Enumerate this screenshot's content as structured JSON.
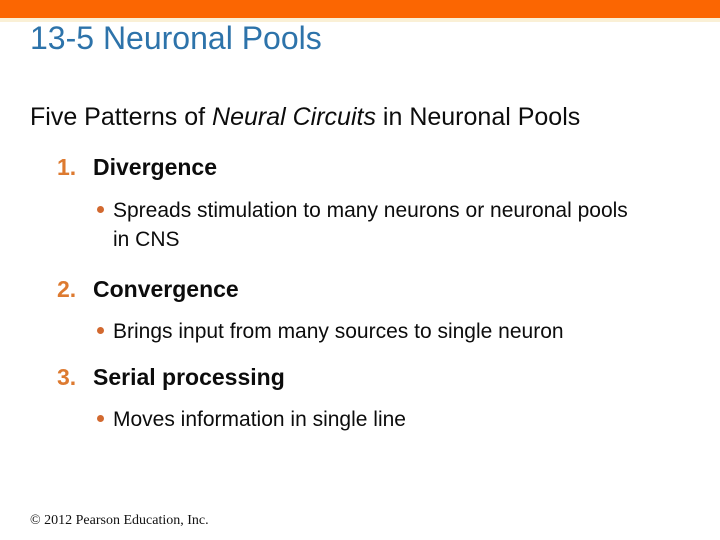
{
  "slide": {
    "title": "13-5 Neuronal Pools",
    "heading": {
      "prefix": "Five Patterns of ",
      "italic": "Neural Circuits",
      "suffix": " in Neuronal Pools"
    },
    "items": [
      {
        "number": "1.",
        "title": "Divergence",
        "bullets": [
          "Spreads stimulation to many neurons or neuronal pools\nin CNS"
        ]
      },
      {
        "number": "2.",
        "title": "Convergence",
        "bullets": [
          "Brings input from many sources to single neuron"
        ]
      },
      {
        "number": "3.",
        "title": "Serial processing",
        "bullets": [
          "Moves information in single line"
        ]
      }
    ],
    "footer": "© 2012 Pearson Education, Inc.",
    "colors": {
      "top_bar": "#FB6602",
      "top_bar_accent_line": "#FAF0D6",
      "title_blue": "#2D73AA",
      "list_number_orange": "#DD7A30",
      "bullet_dot_orange": "#D2692F",
      "body_text": "#0c0c0c"
    }
  }
}
